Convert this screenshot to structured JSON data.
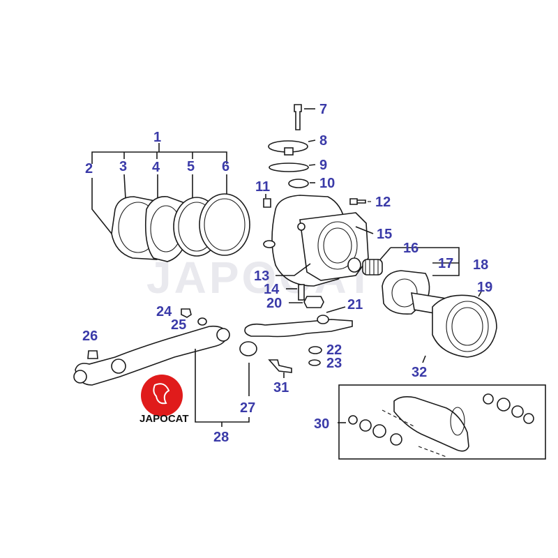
{
  "labels": {
    "l1": "1",
    "l2": "2",
    "l3": "3",
    "l4": "4",
    "l5": "5",
    "l6": "6",
    "l7": "7",
    "l8": "8",
    "l9": "9",
    "l10": "10",
    "l11": "11",
    "l12": "12",
    "l13": "13",
    "l14": "14",
    "l15": "15",
    "l16": "16",
    "l17": "17",
    "l18": "18",
    "l19": "19",
    "l20": "20",
    "l21": "21",
    "l22": "22",
    "l23": "23",
    "l24": "24",
    "l25": "25",
    "l26": "26",
    "l27": "27",
    "l28": "28",
    "l30": "30",
    "l31": "31",
    "l32": "32"
  },
  "logo": {
    "text": "JAPOCAT",
    "color": "#e01b1b"
  },
  "colors": {
    "label": "#3a3aa8",
    "line": "#1a1a1a",
    "background": "#ffffff"
  }
}
